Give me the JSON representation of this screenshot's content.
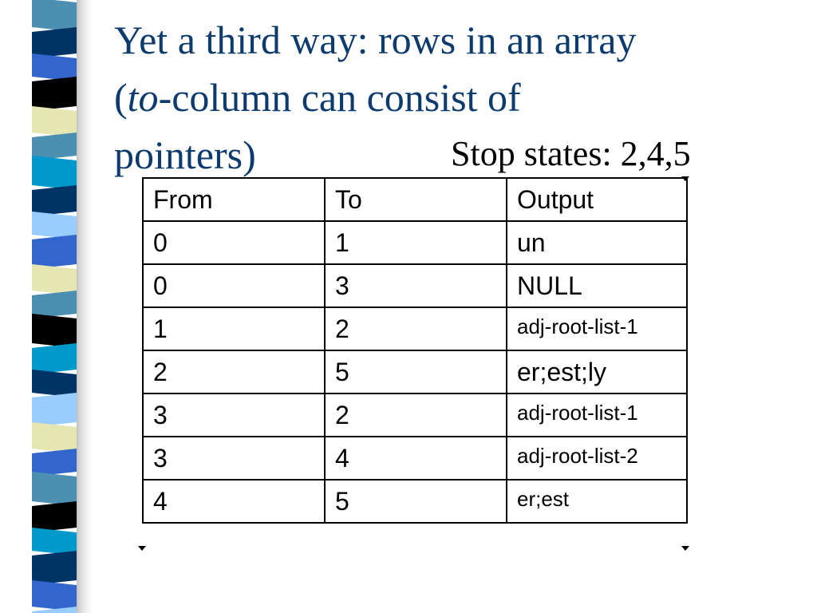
{
  "slide": {
    "title_line1": "Yet a third way: rows in an array",
    "title_paren_open": "(",
    "title_to": "to",
    "title_line2_rest": "-column can consist of",
    "title_line3": "pointers)",
    "stop_states": "Stop states: 2,4,5"
  },
  "table": {
    "headers": [
      "From",
      "To",
      "Output"
    ],
    "rows": [
      [
        "0",
        "1",
        "un"
      ],
      [
        "0",
        "3",
        "NULL"
      ],
      [
        "1",
        "2",
        "adj-root-list-1"
      ],
      [
        "2",
        "5",
        "er;est;ly"
      ],
      [
        "3",
        "2",
        "adj-root-list-1"
      ],
      [
        "3",
        "4",
        "adj-root-list-2"
      ],
      [
        "4",
        "5",
        "er;est"
      ]
    ]
  },
  "colors": {
    "title": "#0d3b6e",
    "stripes": [
      "#4d8fb0",
      "#003366",
      "#3366cc",
      "#000000",
      "#e6e6b3",
      "#0099cc",
      "#99ccff"
    ]
  }
}
